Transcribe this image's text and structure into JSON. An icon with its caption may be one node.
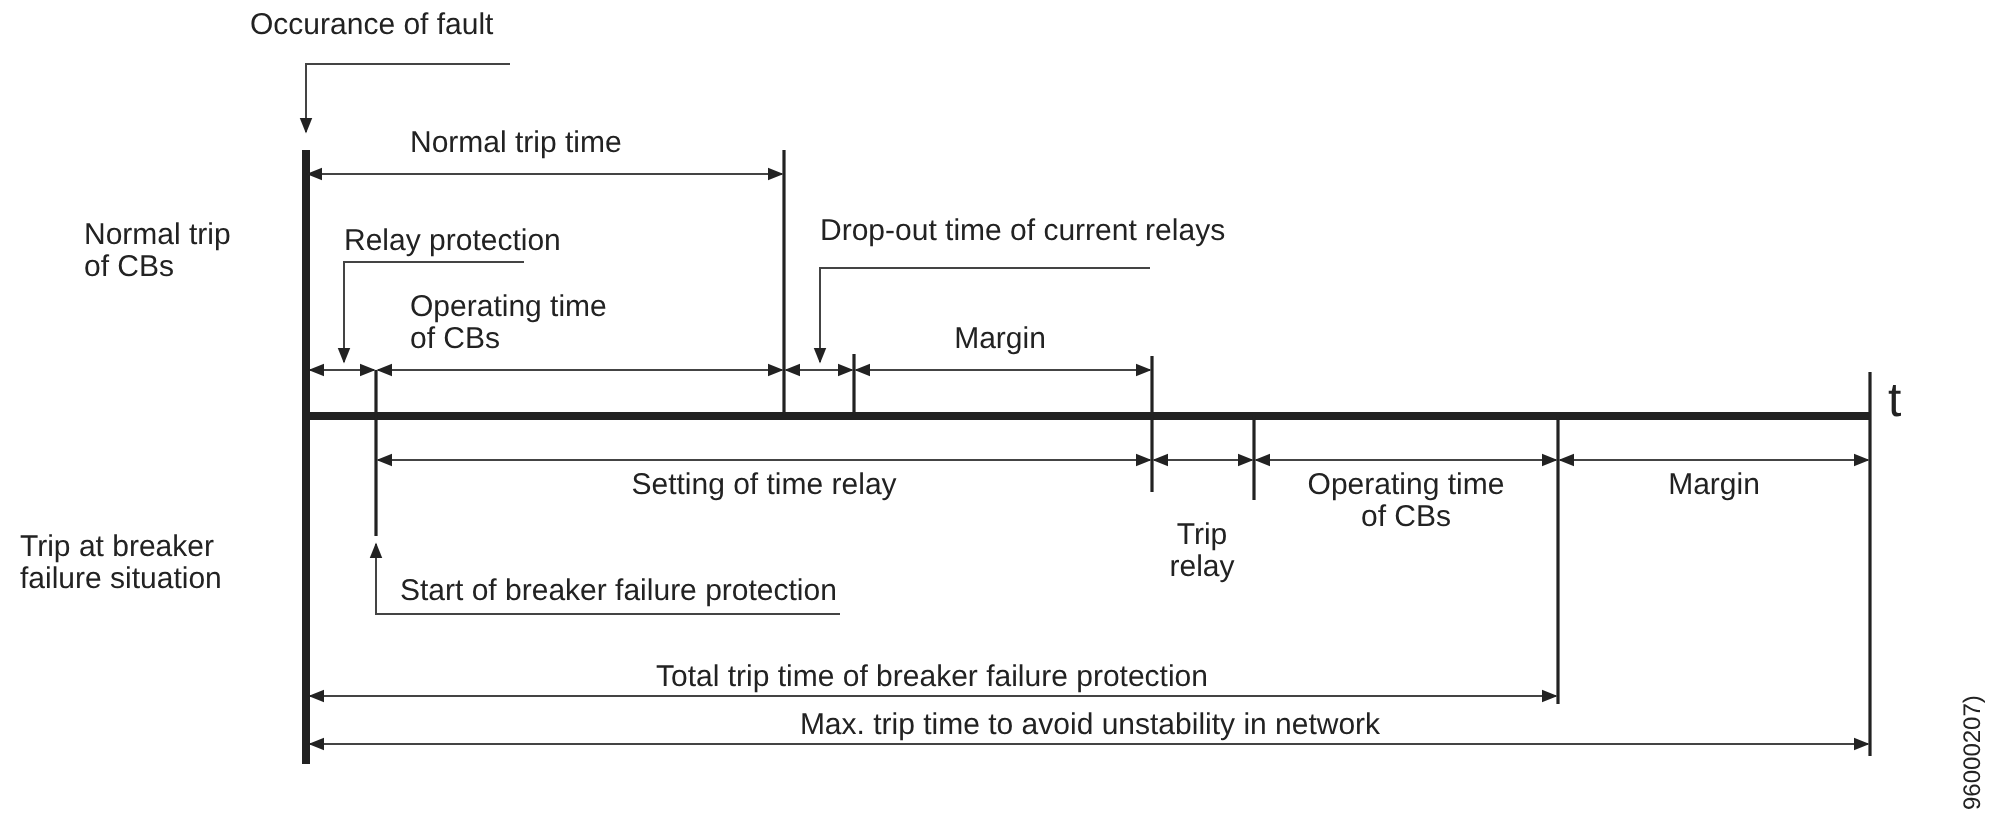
{
  "diagram": {
    "nodes": [
      {
        "text": [
          "Occurance of fault"
        ]
      },
      {
        "text": [
          "Relay protection"
        ]
      },
      {
        "text": [
          "Drop-out time of current relays"
        ]
      },
      {
        "text": [
          "Start of breaker failure protection"
        ]
      }
    ],
    "edges": [
      {
        "from": 0,
        "to": null,
        "arrow": "to"
      },
      {
        "from": 1,
        "to": null,
        "arrow": "to"
      },
      {
        "from": 2,
        "to": null,
        "arrow": "to"
      },
      {
        "from": 3,
        "to": null,
        "arrow": "to"
      }
    ],
    "labels": [
      "Normal trip time",
      "Normal trip of CBs",
      "Operating time of CBs",
      "Margin",
      "t",
      "Setting of time relay",
      "Operating time of CBs",
      "Margin",
      "Trip at breaker failure situation",
      "Trip relay",
      "Total trip time of breaker failure protection",
      "Max. trip time to avoid unstability in network",
      "96000207)"
    ]
  }
}
